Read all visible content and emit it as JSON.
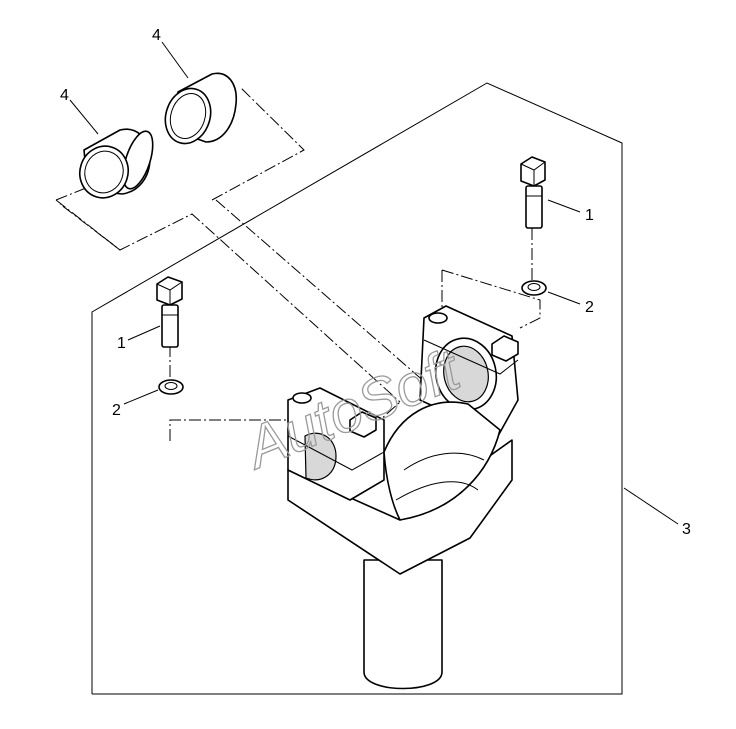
{
  "callouts": {
    "item_4a": "4",
    "item_4b": "4",
    "item_1_right": "1",
    "item_1_left": "1",
    "item_2_right": "2",
    "item_2_left": "2",
    "item_3": "3"
  },
  "watermark": "AutoSoft",
  "colors": {
    "line": "#000000",
    "background": "#ffffff",
    "watermark": "#9a9a9a"
  }
}
